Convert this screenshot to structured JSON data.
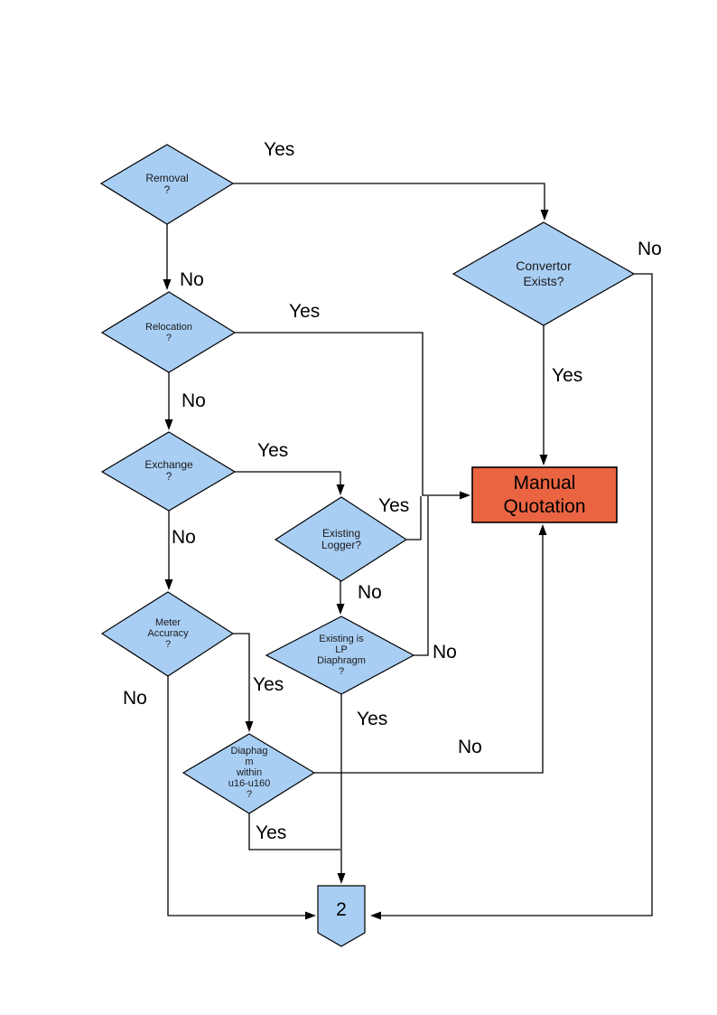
{
  "colors": {
    "node_fill": "#A9CEF4",
    "node_border": "#000000",
    "action_fill": "#EA6442",
    "line": "#000000"
  },
  "nodes": {
    "removal": {
      "label": "Removal\n?"
    },
    "relocation": {
      "label": "Relocation\n?"
    },
    "exchange": {
      "label": "Exchange\n?"
    },
    "convertor": {
      "label": "Convertor\nExists?"
    },
    "existing_logger": {
      "label": "Existing\nLogger?"
    },
    "existing_lp": {
      "label": "Existing is\nLP\nDiaphragm\n?"
    },
    "meter_accuracy": {
      "label": "Meter\nAccuracy\n?"
    },
    "diaphragm_range": {
      "label": "Diaphag\nm\nwithin\nu16-u160\n?"
    },
    "manual_quotation": {
      "label": "Manual\nQuotation"
    },
    "connector_2": {
      "label": "2"
    }
  },
  "edge_labels": {
    "removal_yes": "Yes",
    "removal_no": "No",
    "relocation_yes": "Yes",
    "relocation_no": "No",
    "exchange_yes": "Yes",
    "exchange_no": "No",
    "convertor_yes": "Yes",
    "convertor_no": "No",
    "logger_yes": "Yes",
    "logger_no": "No",
    "lp_yes": "Yes",
    "lp_no": "No",
    "meter_yes": "Yes",
    "meter_no": "No",
    "diaphragm_yes": "Yes",
    "diaphragm_no": "No"
  }
}
